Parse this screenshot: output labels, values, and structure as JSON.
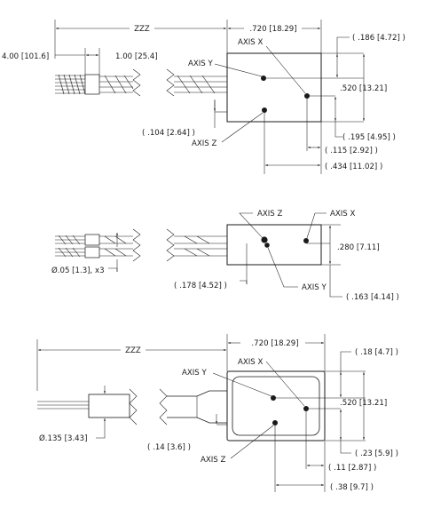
{
  "view_top": {
    "overall_length": "ZZZ",
    "body_width": ".720 [18.29]",
    "lead_length_1": "4.00 [101.6]",
    "lead_length_2": "1.00 [25.4]",
    "axis_y": "AXIS Y",
    "axis_x": "AXIS X",
    "axis_z": "AXIS Z",
    "dim_186": "( .186 [4.72] )",
    "dim_520": ".520 [13.21]",
    "dim_195": "( .195 [4.95] )",
    "dim_104": "( .104 [2.64] )",
    "dim_115": "( .115 [2.92] )",
    "dim_434": "( .434 [11.02] )"
  },
  "view_side": {
    "axis_z": "AXIS Z",
    "axis_x": "AXIS X",
    "axis_y": "AXIS Y",
    "dim_280": ".280 [7.11]",
    "dim_178": "( .178 [4.52] )",
    "dim_163": "( .163 [4.14] )",
    "wire_dia": "Ø.05 [1.3], x3"
  },
  "view_bottom": {
    "overall_length": "ZZZ",
    "body_width": ".720 [18.29]",
    "axis_y": "AXIS Y",
    "axis_x": "AXIS X",
    "axis_z": "AXIS Z",
    "dim_18": "( .18 [4.7] )",
    "dim_520": ".520 [13.21]",
    "dim_23": "( .23 [5.9] )",
    "dim_14": "( .14 [3.6] )",
    "dim_11": "( .11 [2.87] )",
    "dim_38": "( .38 [9.7] )",
    "cable_dia": "Ø.135 [3.43]"
  }
}
